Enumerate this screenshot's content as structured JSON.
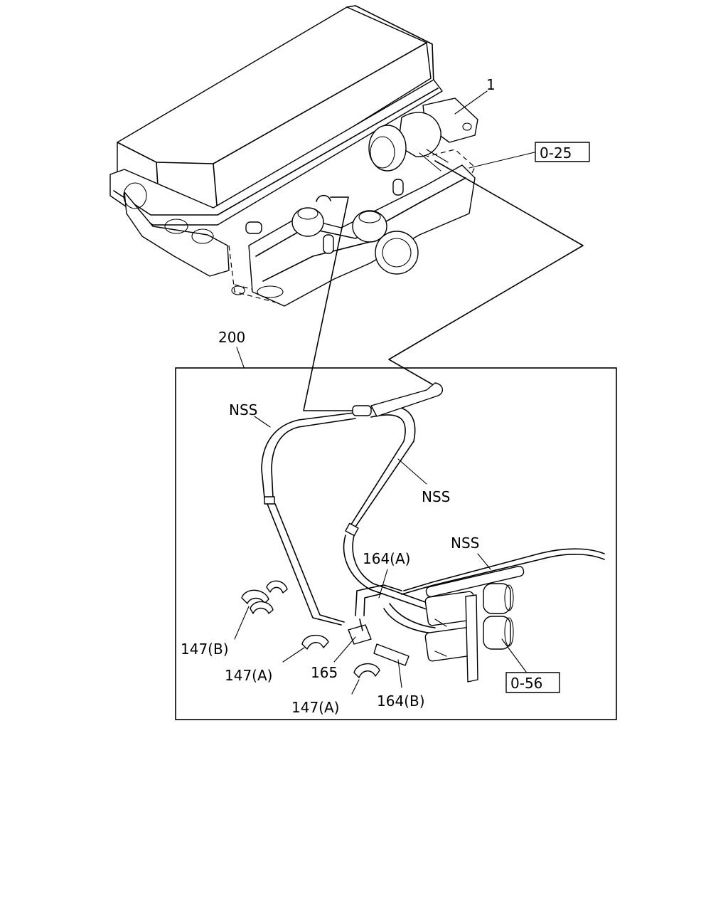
{
  "callouts": {
    "part_1": "1",
    "ref_0_25": "0-25",
    "assembly_200": "200",
    "nss_left": "NSS",
    "nss_right": "NSS",
    "nss_top_right": "NSS",
    "part_164a": "164(A)",
    "part_147b": "147(B)",
    "part_147a_upper": "147(A)",
    "part_165": "165",
    "part_147a_lower": "147(A)",
    "part_164b": "164(B)",
    "ref_0_56": "0-56"
  }
}
